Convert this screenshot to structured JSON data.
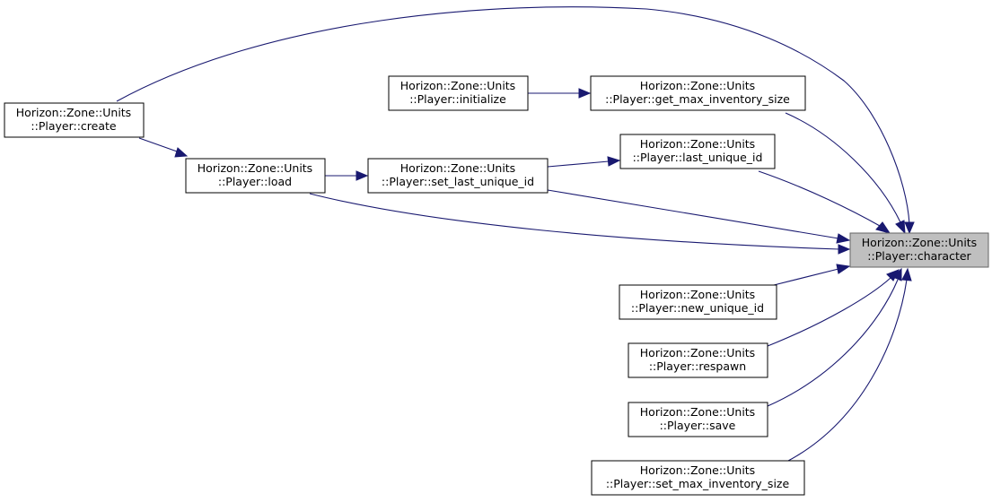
{
  "diagram": {
    "nodes": {
      "character": {
        "line1": "Horizon::Zone::Units",
        "line2": "::Player::character"
      },
      "create": {
        "line1": "Horizon::Zone::Units",
        "line2": "::Player::create"
      },
      "initialize": {
        "line1": "Horizon::Zone::Units",
        "line2": "::Player::initialize"
      },
      "get_max_inventory_size": {
        "line1": "Horizon::Zone::Units",
        "line2": "::Player::get_max_inventory_size"
      },
      "load": {
        "line1": "Horizon::Zone::Units",
        "line2": "::Player::load"
      },
      "set_last_unique_id": {
        "line1": "Horizon::Zone::Units",
        "line2": "::Player::set_last_unique_id"
      },
      "last_unique_id": {
        "line1": "Horizon::Zone::Units",
        "line2": "::Player::last_unique_id"
      },
      "new_unique_id": {
        "line1": "Horizon::Zone::Units",
        "line2": "::Player::new_unique_id"
      },
      "respawn": {
        "line1": "Horizon::Zone::Units",
        "line2": "::Player::respawn"
      },
      "save": {
        "line1": "Horizon::Zone::Units",
        "line2": "::Player::save"
      },
      "set_max_inventory_size": {
        "line1": "Horizon::Zone::Units",
        "line2": "::Player::set_max_inventory_size"
      }
    },
    "edges": [
      {
        "from": "create",
        "to": "character"
      },
      {
        "from": "create",
        "to": "load"
      },
      {
        "from": "initialize",
        "to": "get_max_inventory_size"
      },
      {
        "from": "get_max_inventory_size",
        "to": "character"
      },
      {
        "from": "load",
        "to": "set_last_unique_id"
      },
      {
        "from": "load",
        "to": "character"
      },
      {
        "from": "set_last_unique_id",
        "to": "last_unique_id"
      },
      {
        "from": "set_last_unique_id",
        "to": "character"
      },
      {
        "from": "last_unique_id",
        "to": "character"
      },
      {
        "from": "new_unique_id",
        "to": "character"
      },
      {
        "from": "respawn",
        "to": "character"
      },
      {
        "from": "save",
        "to": "character"
      },
      {
        "from": "set_max_inventory_size",
        "to": "character"
      }
    ],
    "colors": {
      "edge": "#191970",
      "node_border": "#000000",
      "target_fill": "#bfbfbf",
      "target_border": "#666666"
    }
  }
}
